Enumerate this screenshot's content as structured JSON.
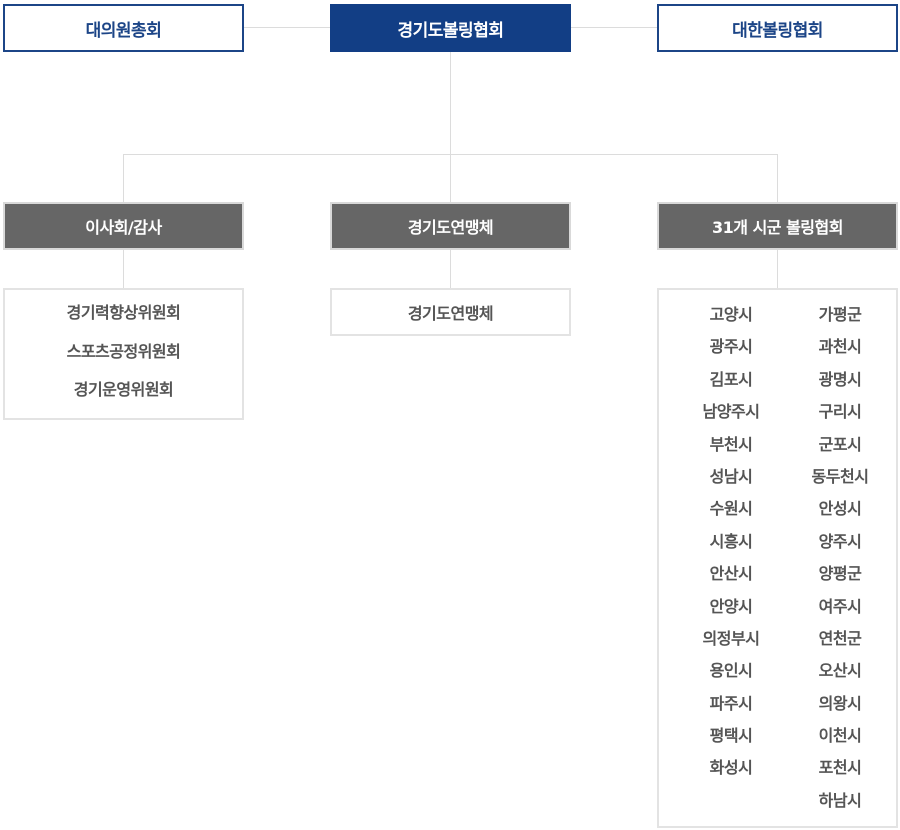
{
  "top": {
    "left_label": "대의원총회",
    "center_label": "경기도볼링협회",
    "right_label": "대한볼링협회"
  },
  "branches": {
    "board_label": "이사회/감사",
    "federation_label": "경기도연맹체",
    "cities_label": "31개 시군 볼링협회"
  },
  "committees": [
    "경기력향상위원회",
    "스포츠공정위원회",
    "경기운영위원회"
  ],
  "federation_item": "경기도연맹체",
  "cities": {
    "left": [
      "고양시",
      "광주시",
      "김포시",
      "남양주시",
      "부천시",
      "성남시",
      "수원시",
      "시흥시",
      "안산시",
      "안양시",
      "의정부시",
      "용인시",
      "파주시",
      "평택시",
      "화성시"
    ],
    "right": [
      "가평군",
      "과천시",
      "광명시",
      "구리시",
      "군포시",
      "동두천시",
      "안성시",
      "양주시",
      "양평군",
      "여주시",
      "연천군",
      "오산시",
      "의왕시",
      "이천시",
      "포천시",
      "하남시"
    ]
  },
  "colors": {
    "primary_navy": "#123e85",
    "outline_navy": "#1c4587",
    "branch_gray": "#666666",
    "connector": "#dcdcdc"
  }
}
